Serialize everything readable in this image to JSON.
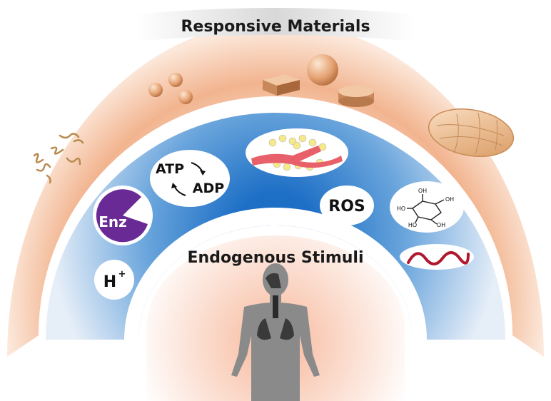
{
  "outer_label": "Responsive Materials",
  "inner_label": "Endogenous Stimuli",
  "stimuli": {
    "enzyme": "Enz",
    "atp": "ATP",
    "adp": "ADP",
    "ros": "ROS",
    "proton_base": "H",
    "proton_sup": "+"
  },
  "glucose_labels": {
    "oh1": "OH",
    "oh2": "HO",
    "oh3": "HO",
    "oh4": "OH",
    "oh5": "OH"
  },
  "icons": [
    "nanofiber-icon",
    "nanoparticle-cluster-icon",
    "cuboid-icon",
    "sphere-icon",
    "disc-icon",
    "oval-film-icon",
    "enzyme-icon",
    "atp-cycle-icon",
    "tissue-vessel-icon",
    "ros-icon",
    "glucose-molecule-icon",
    "nucleic-acid-icon",
    "proton-icon",
    "human-silhouette-icon"
  ],
  "colors": {
    "material_band": "#f2b48f",
    "stimuli_band": "#2a78c8",
    "enzyme_purple": "#6a2a96",
    "vessel_red": "#e8606a",
    "dna_red": "#b01830",
    "body_gray": "#8a8a8a"
  }
}
